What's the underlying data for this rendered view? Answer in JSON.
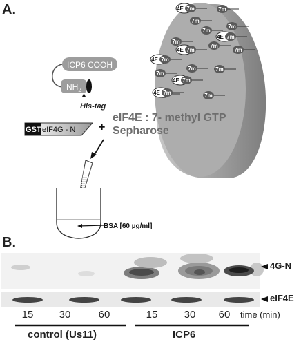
{
  "panel_a": {
    "label": "A.",
    "icp6_cooh": "ICP6 COOH",
    "nh2_main": "NH",
    "nh2_sub": "2",
    "his_tag": "His-tag",
    "gst": "GST",
    "eif4g_n": "eIF4G - N",
    "plus": "+",
    "bead_title_line1": "eIF4E : 7- methyl GTP",
    "bead_title_line2": "Sepharose",
    "bsa": "BSA [60 µg/ml]",
    "bead_4e": "4E",
    "bead_7m": "7m",
    "colors": {
      "gst_box": "#111111",
      "bead": "#a9a9a9",
      "bead_dark": "#5a5a5a",
      "title_grey": "#6e6e6e"
    }
  },
  "panel_b": {
    "label": "B.",
    "band_top": "4G-N",
    "band_bottom": "eIF4E",
    "time_points": [
      "15",
      "30",
      "60",
      "15",
      "30",
      "60"
    ],
    "time_unit": "time (min)",
    "group_left": "control (Us11)",
    "group_right": "ICP6"
  }
}
